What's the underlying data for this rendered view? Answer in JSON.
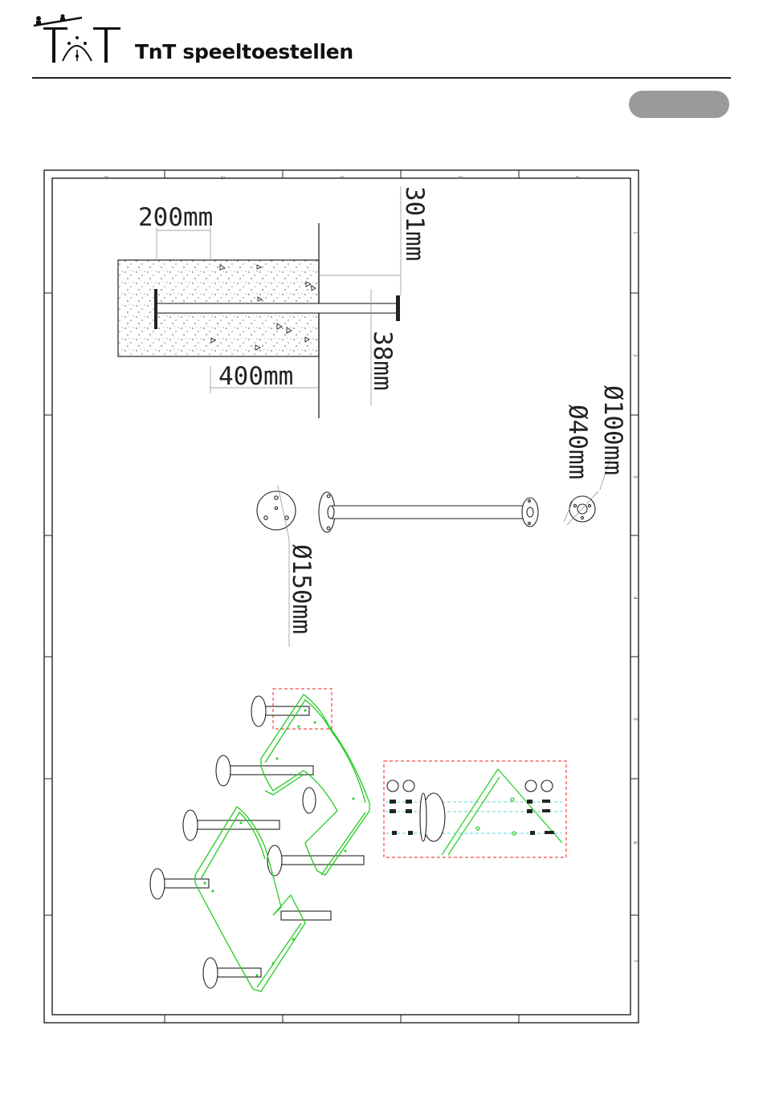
{
  "header": {
    "brand_name": "TnT speeltoestellen"
  },
  "drawing": {
    "frame_columns": [
      "E",
      "D",
      "C",
      "B",
      "A"
    ],
    "frame_rows": [
      "1",
      "2",
      "3",
      "4",
      "5",
      "6",
      "7"
    ],
    "dimensions": {
      "width_top": "200mm",
      "depth": "301mm",
      "height": "400mm",
      "rod": "38mm",
      "flange_outer": "Ø100mm",
      "flange_inner": "Ø40mm",
      "base_plate": "Ø150mm"
    },
    "colors": {
      "line": "#222222",
      "panel": "#22cc22",
      "detail_box": "#ee2222",
      "guide": "#22cccc"
    }
  }
}
